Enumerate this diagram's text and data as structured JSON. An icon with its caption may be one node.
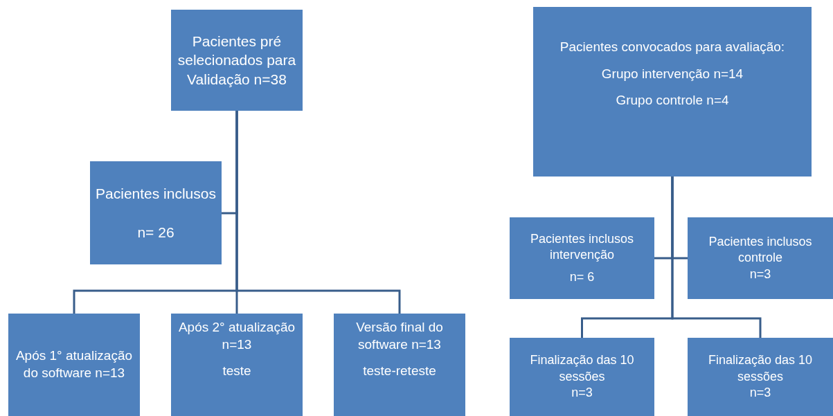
{
  "diagram": {
    "nodes": [
      {
        "text": [
          "Pacientes pré selecionados para Validação n=38"
        ]
      },
      {
        "text": [
          "Pacientes inclusos",
          "n= 26"
        ]
      },
      {
        "text": [
          "Após 1° atualização do software n=13"
        ]
      },
      {
        "text": [
          "Após 2° atualização n=13",
          "teste"
        ]
      },
      {
        "text": [
          "Versão final do software n=13",
          "teste-reteste"
        ]
      },
      {
        "text": [
          "Pacientes convocados para avaliação:",
          "Grupo intervenção n=14",
          "Grupo controle n=4"
        ]
      },
      {
        "text": [
          "Pacientes inclusos intervenção",
          "n= 6"
        ]
      },
      {
        "text": [
          "Pacientes inclusos controle",
          "n=3"
        ]
      },
      {
        "text": [
          "Finalização das 10 sessões",
          "n=3"
        ]
      },
      {
        "text": [
          "Finalização das 10 sessões",
          "n=3"
        ]
      }
    ],
    "edges": [
      {
        "from": 0,
        "to": 1,
        "arrow": "none"
      },
      {
        "from": 0,
        "to": 2,
        "arrow": "none"
      },
      {
        "from": 0,
        "to": 3,
        "arrow": "none"
      },
      {
        "from": 0,
        "to": 4,
        "arrow": "none"
      },
      {
        "from": 5,
        "to": 6,
        "arrow": "none"
      },
      {
        "from": 5,
        "to": 7,
        "arrow": "none"
      },
      {
        "from": 5,
        "to": 8,
        "arrow": "none"
      },
      {
        "from": 5,
        "to": 9,
        "arrow": "none"
      }
    ]
  }
}
